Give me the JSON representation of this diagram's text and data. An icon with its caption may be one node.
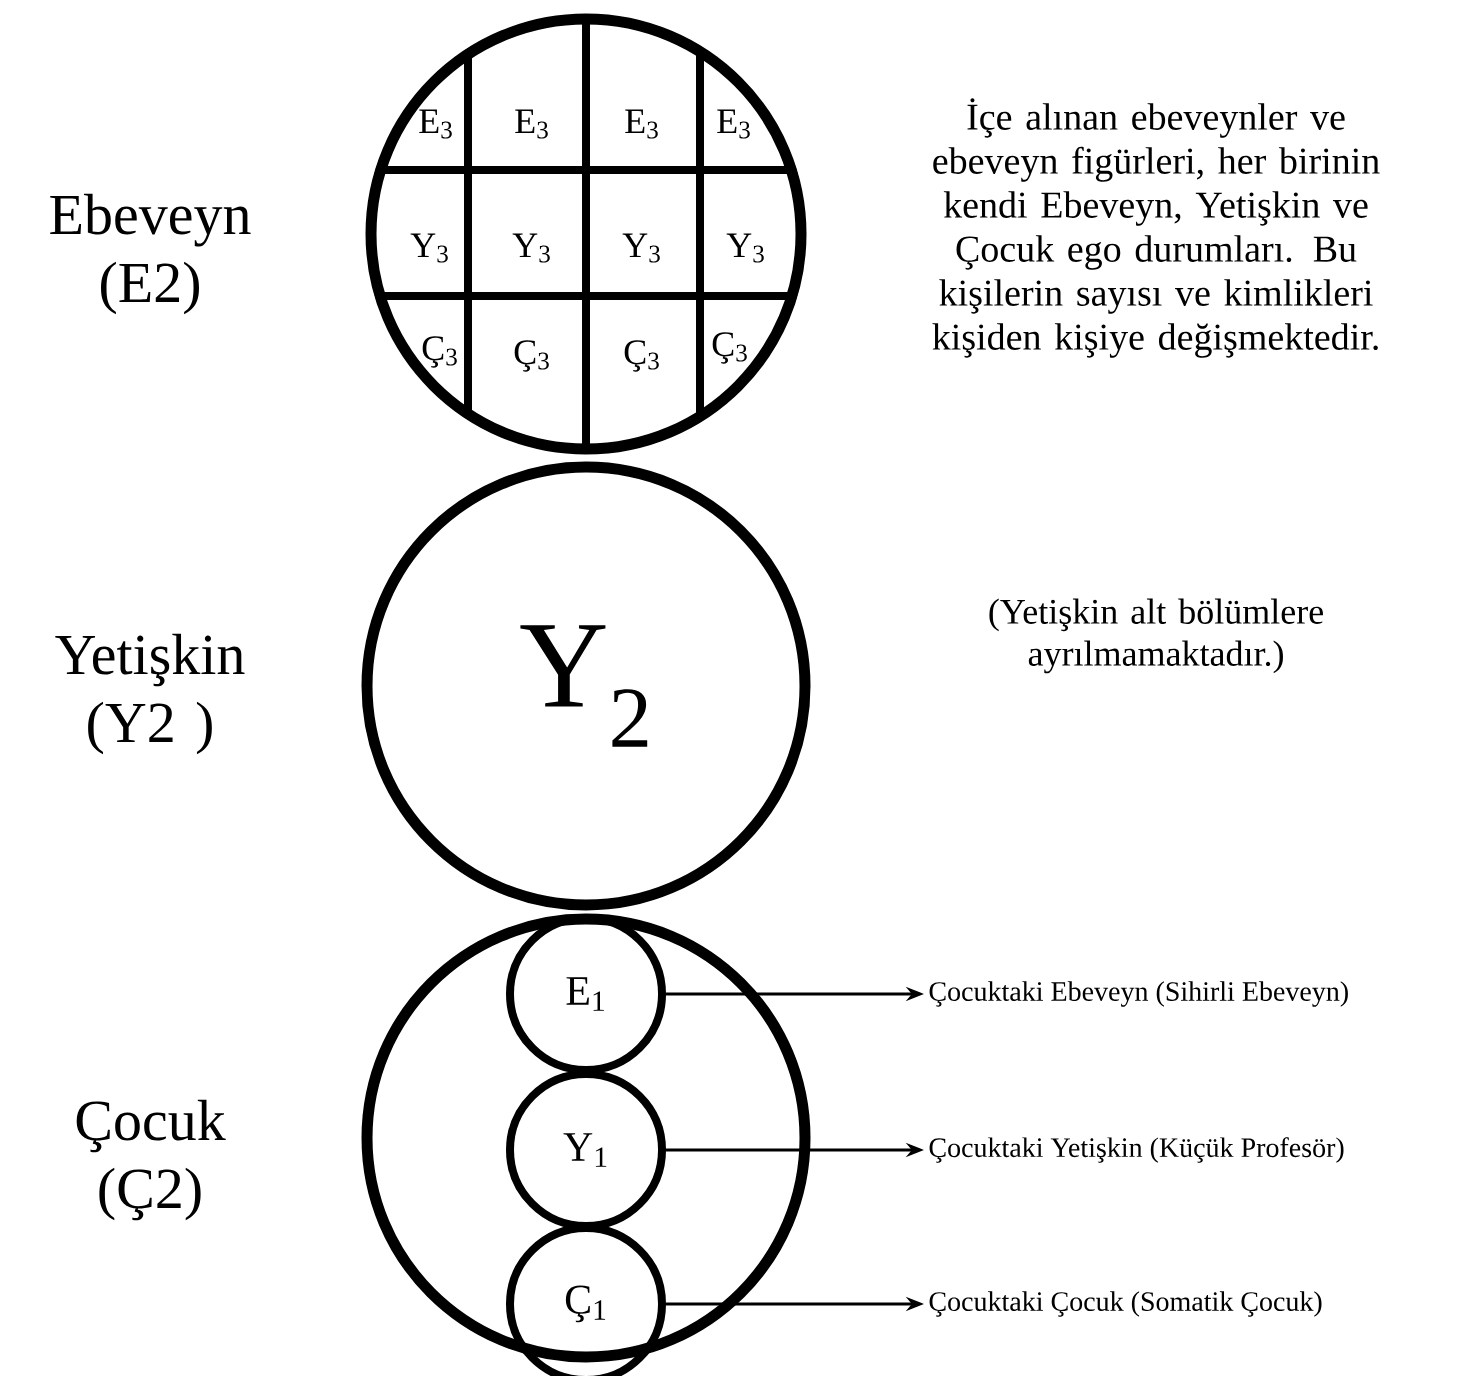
{
  "diagram": {
    "nodes": [
      {
        "text": [
          "Ebeveyn (E2)"
        ],
        "beside": [
          "İçe alınan ebeveynler ve ebeveyn figürleri,  her birinin kendi Ebeveyn, Yetişkin ve Çocuk ego durumları. Bu kişilerin sayısı ve kimlikleri kişiden kişiye değişmektedir."
        ]
      },
      {
        "text": [
          "E$_{3}$"
        ],
        "in": 0
      },
      {
        "text": [
          "E$_{3}$"
        ],
        "in": 0
      },
      {
        "text": [
          "E$_{3}$"
        ],
        "in": 0
      },
      {
        "text": [
          "E$_{3}$"
        ],
        "in": 0
      },
      {
        "text": [
          "Y$_{3}$"
        ],
        "in": 0
      },
      {
        "text": [
          "Y$_{3}$"
        ],
        "in": 0
      },
      {
        "text": [
          "Y$_{3}$"
        ],
        "in": 0
      },
      {
        "text": [
          "Y$_{3}$"
        ],
        "in": 0
      },
      {
        "text": [
          "Ç$_{3}$"
        ],
        "in": 0
      },
      {
        "text": [
          "Ç$_{3}$"
        ],
        "in": 0
      },
      {
        "text": [
          "Ç$_{3}$"
        ],
        "in": 0
      },
      {
        "text": [
          "Ç$_{3}$"
        ],
        "in": 0
      },
      {
        "text": [
          "Yetişkin (Y2 )",
          "Y$_{2}$"
        ]
      },
      {
        "text": [
          "Çocuk (Ç2)"
        ]
      },
      {
        "text": [
          "E$_{1}$"
        ],
        "in": 14
      },
      {
        "text": [
          "Y$_{1}$"
        ],
        "in": 14
      },
      {
        "text": [
          "Ç$_{1}$"
        ],
        "in": 14
      },
      {
        "text": [
          "Çocuktaki Ebeveyn (Sihirli Ebeveyn)"
        ]
      },
      {
        "text": [
          "Çocuktaki Yetişkin (Küçük Profesör)"
        ]
      },
      {
        "text": [
          "Çocuktaki Çocuk (Somatik Çocuk)"
        ]
      }
    ],
    "edges": [
      {
        "from": 15,
        "to": 18,
        "arrow": "to"
      },
      {
        "from": 16,
        "to": 19,
        "arrow": "to"
      },
      {
        "from": 17,
        "to": 20,
        "arrow": "to"
      }
    ],
    "labels": [
      "(Yetişkin alt bölümlere ayrılmamaktadır.)"
    ]
  }
}
